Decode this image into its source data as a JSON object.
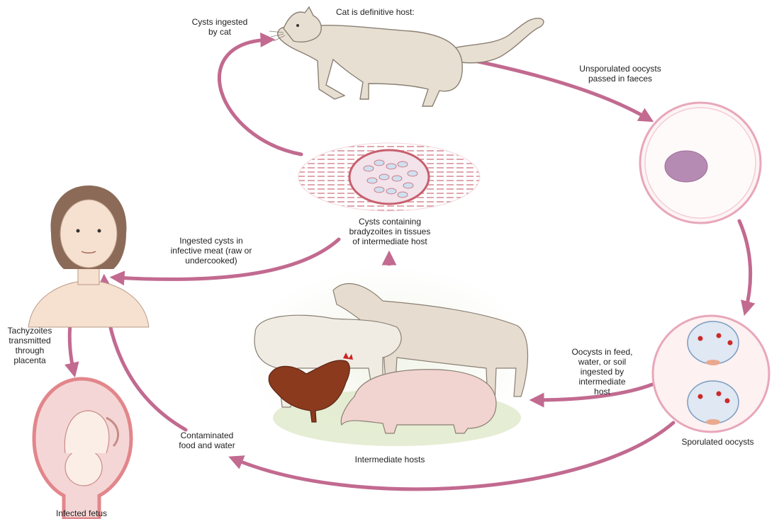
{
  "colors": {
    "arrow": "#c26a90",
    "tissue": "#d98f9a",
    "cyst_fill": "#f3e3ea",
    "oocyst_ring": "#e8a7ba",
    "skin": "#f6e0cf",
    "hair": "#8b6b57",
    "cat_fur": "#e8dfd3",
    "goat": "#e6dccf",
    "sheep": "#f0ece4",
    "pig": "#f1d3cf",
    "hen": "#8b3a1e",
    "uterus": "#e2868b",
    "ground": "#dfe9c9"
  },
  "labels": {
    "cat_title": "Cat is definitive host:",
    "cysts_ingested_by_cat": "Cysts ingested\nby cat",
    "unsporulated": "Unsporulated oocysts\npassed in faeces",
    "cysts_tissue": "Cysts containing\nbradyzoites in tissues\nof intermediate host",
    "ingested_meat": "Ingested cysts in\ninfective meat (raw or\nundercooked)",
    "tachyzoites": "Tachyzoites\ntransmitted\nthrough\nplacenta",
    "oocysts_feed": "Oocysts in feed,\nwater, or soil\ningested by\nintermediate\nhost",
    "sporulated": "Sporulated oocysts",
    "contaminated": "Contaminated\nfood and water",
    "intermediate_hosts": "Intermediate hosts",
    "infected_fetus": "Infected fetus"
  }
}
